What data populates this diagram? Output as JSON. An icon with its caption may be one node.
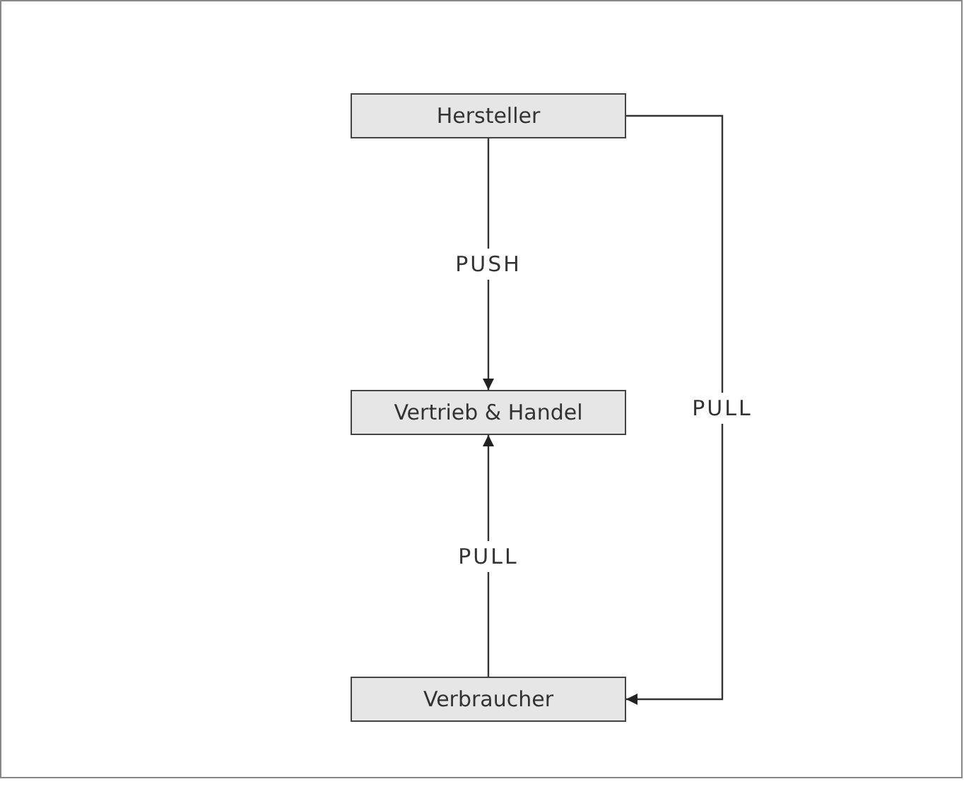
{
  "diagram": {
    "nodes": [
      {
        "text": [
          "Hersteller"
        ]
      },
      {
        "text": [
          "Vertrieb & Handel"
        ]
      },
      {
        "text": [
          "Verbraucher"
        ]
      }
    ],
    "edges": [
      {
        "from": 0,
        "to": 1,
        "arrow": "to",
        "label": "PUSH"
      },
      {
        "from": 2,
        "to": 1,
        "arrow": "to",
        "label": "PULL"
      },
      {
        "from": 0,
        "to": 2,
        "arrow": "to",
        "label": "PULL"
      }
    ]
  }
}
